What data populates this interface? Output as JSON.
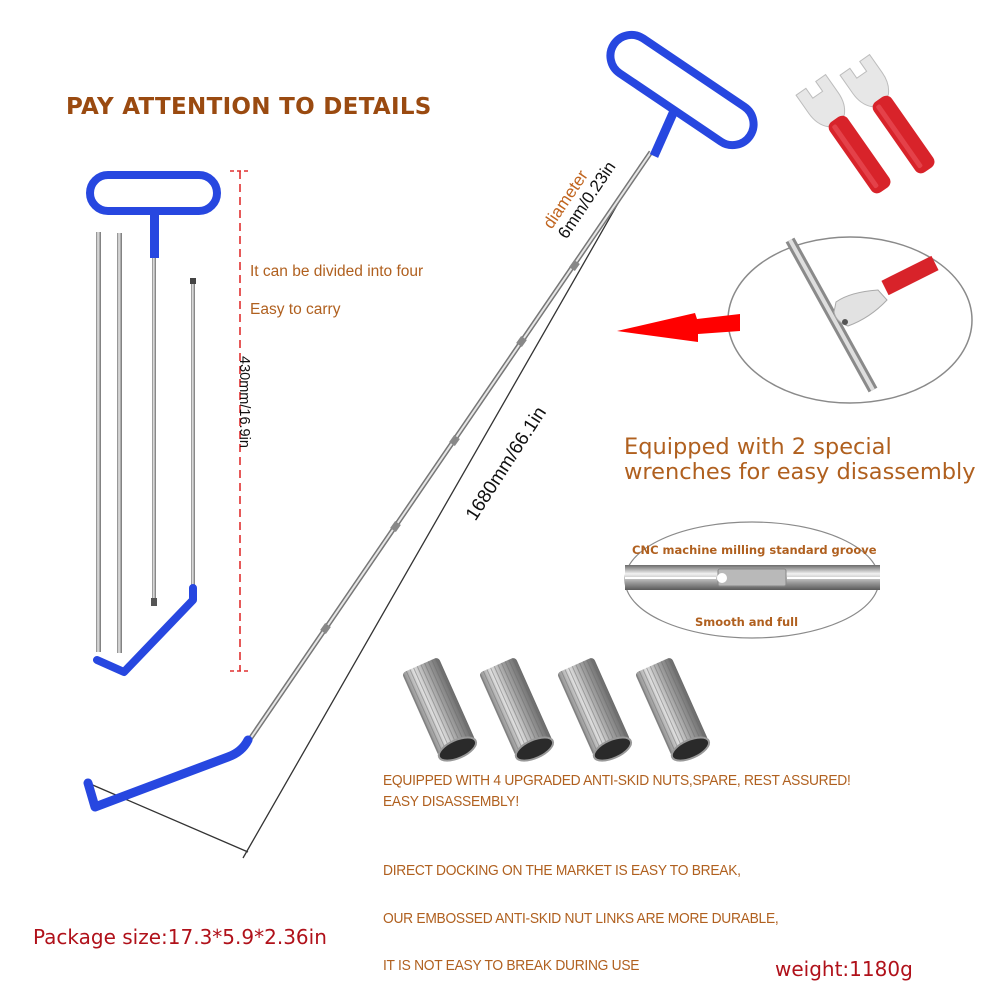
{
  "header": {
    "title": "PAY ATTENTION TO DETAILS"
  },
  "left_panel": {
    "notes": [
      "It can be divided into four",
      "Easy to carry"
    ],
    "dimension": "430mm/16.9in",
    "parts_count": 4
  },
  "main_rod": {
    "diameter_label": "diameter",
    "diameter_value": "6mm/0.23in",
    "length": "1680mm/66.1in"
  },
  "wrench_callout": {
    "text_line1": "Equipped with 2 special",
    "text_line2": "wrenches for easy disassembly",
    "wrench_count": 2
  },
  "groove_callout": {
    "top_label": "CNC machine milling standard groove",
    "bottom_label": "Smooth and full"
  },
  "nuts_section": {
    "nut_count": 4,
    "line1": "EQUIPPED WITH 4 UPGRADED ANTI-SKID NUTS,SPARE, REST ASSURED!",
    "line2": "EASY DISASSEMBLY!",
    "line3": "DIRECT DOCKING ON THE MARKET IS EASY TO BREAK,",
    "line4": "OUR EMBOSSED ANTI-SKID NUT LINKS ARE MORE DURABLE,",
    "line5": "IT IS NOT EASY TO BREAK DURING USE"
  },
  "specs": {
    "package_size": "Package size:17.3*5.9*2.36in",
    "weight": "weight:1180g"
  },
  "colors": {
    "handle_blue": "#2747e0",
    "accent_orange": "#b0601f",
    "title_brown": "#9a4a10",
    "spec_red": "#b0111a",
    "arrow_red": "#ff0000",
    "wrench_red": "#d8232a",
    "steel": "#a8a8a8"
  }
}
